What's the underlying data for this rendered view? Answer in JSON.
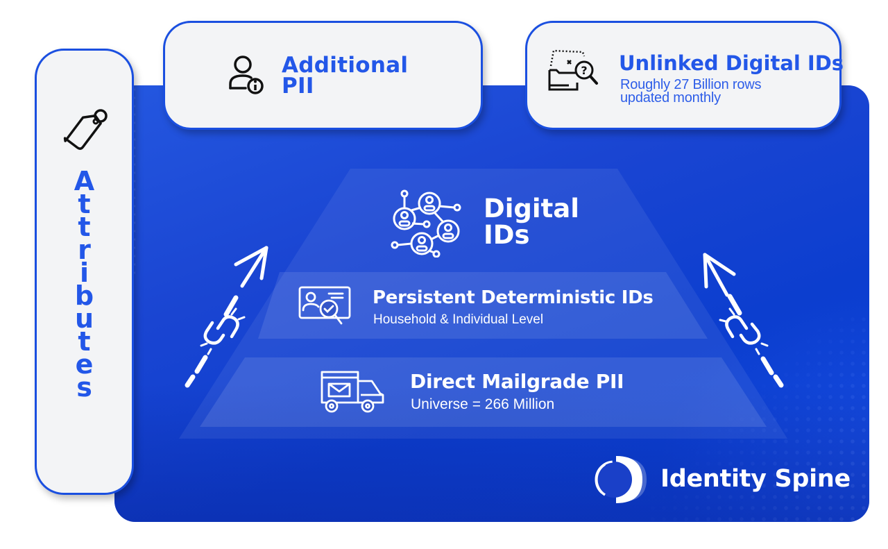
{
  "colors": {
    "brand_blue": "#2357e8",
    "panel_blue": "#1a45d2",
    "card_background": "#f3f4f6",
    "card_border": "#1a4fe0",
    "white": "#ffffff"
  },
  "attributes_card": {
    "icon": "tag-icon",
    "label": "Attributes",
    "letters": [
      "A",
      "t",
      "t",
      "r",
      "i",
      "b",
      "u",
      "t",
      "e",
      "s"
    ]
  },
  "additional_pii_card": {
    "icon": "user-info-icon",
    "title_line1": "Additional",
    "title_line2": "PII"
  },
  "unlinked_card": {
    "icon": "folder-search-question-icon",
    "title": "Unlinked Digital IDs",
    "subtitle_line1": "Roughly 27 Billion rows",
    "subtitle_line2": "updated monthly"
  },
  "pyramid": {
    "tiers": [
      {
        "icon": "network-people-icon",
        "title_line1": "Digital",
        "title_line2": "IDs"
      },
      {
        "icon": "id-card-verify-icon",
        "title": "Persistent Deterministic IDs",
        "subtitle": "Household & Individual Level"
      },
      {
        "icon": "mail-truck-icon",
        "title": "Direct Mailgrade PII",
        "subtitle": "Universe = 266 Million"
      }
    ]
  },
  "arrows": {
    "left": "broken-link-arrow-up-right-icon",
    "right": "broken-link-arrow-up-left-icon"
  },
  "brand": {
    "logo": "identity-spine-logo-icon",
    "name": "Identity Spine"
  }
}
